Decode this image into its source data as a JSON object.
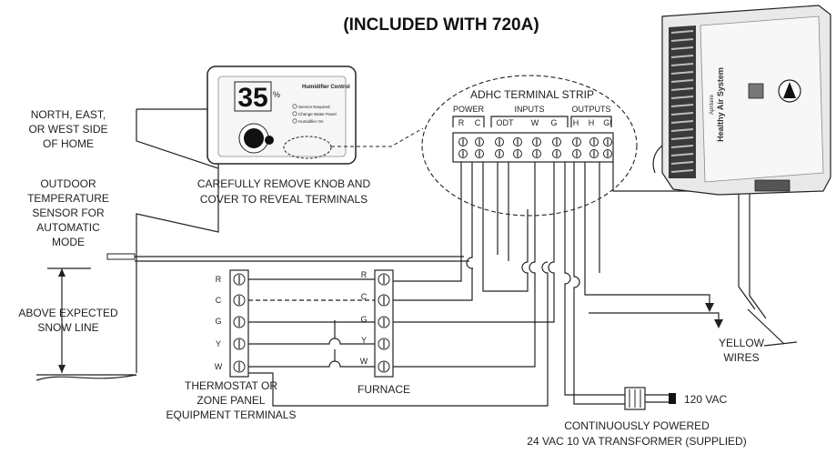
{
  "title": "(INCLUDED WITH 720A)",
  "terminal_strip": {
    "title": "ADHC TERMINAL STRIP",
    "power": "POWER",
    "inputs": "INPUTS",
    "outputs": "OUTPUTS",
    "pins": [
      "R",
      "C",
      "ODT",
      "W",
      "G",
      "H",
      "H",
      "Gf"
    ]
  },
  "home_side": [
    "NORTH, EAST,",
    "OR WEST SIDE",
    "OF HOME"
  ],
  "outdoor_sensor": [
    "OUTDOOR",
    "TEMPERATURE",
    "SENSOR FOR",
    "AUTOMATIC",
    "MODE"
  ],
  "snow_line": [
    "ABOVE EXPECTED",
    "SNOW LINE"
  ],
  "knob_note": [
    "CAREFULLY REMOVE KNOB AND",
    "COVER TO REVEAL TERMINALS"
  ],
  "thermostat_pins": [
    "R",
    "C",
    "G",
    "Y",
    "W"
  ],
  "furnace_pins": [
    "R",
    "C",
    "G",
    "Y",
    "W"
  ],
  "thermostat_label": [
    "THERMOSTAT OR",
    "ZONE PANEL",
    "EQUIPMENT TERMINALS"
  ],
  "furnace_label": "FURNACE",
  "yellow_wires": [
    "YELLOW",
    "WIRES"
  ],
  "vac_label": "120 VAC",
  "transformer_label": [
    "CONTINUOUSLY POWERED",
    "24 VAC 10 VA TRANSFORMER (SUPPLIED)"
  ],
  "humidifier_control": {
    "display": "35",
    "display_unit": "%",
    "title": "Humidifier Control",
    "indicators": [
      "Service Required",
      "Change Water Panel",
      "Humidifier On"
    ]
  },
  "humidifier_unit": {
    "brand": "Aprilaire",
    "model_text": "Healthy Air System"
  }
}
